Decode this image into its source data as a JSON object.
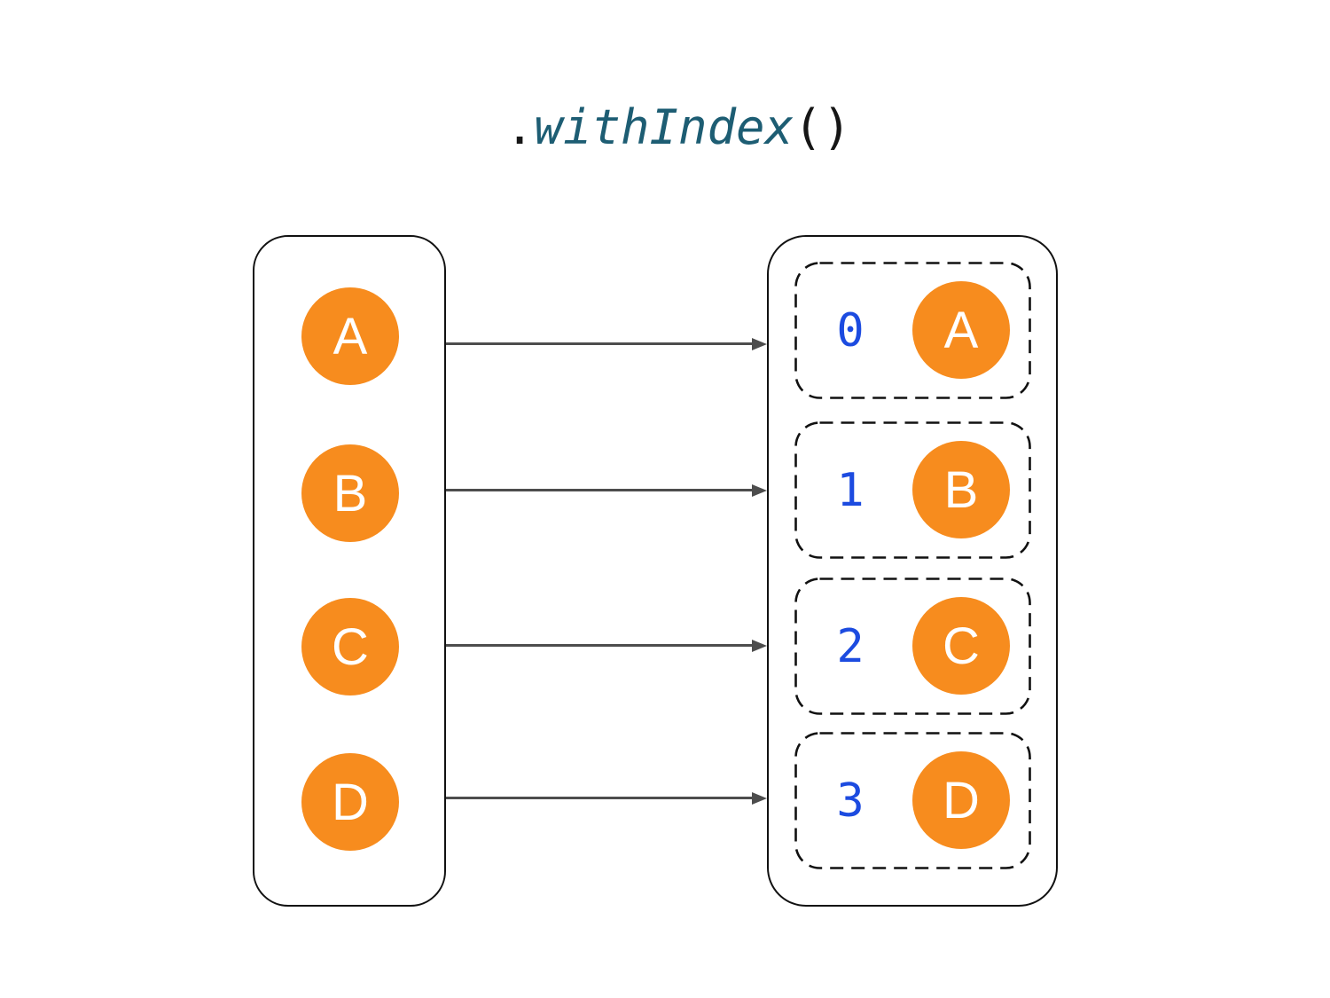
{
  "title": {
    "prefix": ".",
    "method": "withIndex",
    "suffix": "()"
  },
  "colors": {
    "item_orange": "#f78c1e",
    "index_blue": "#1c4be0",
    "method_teal": "#1d5d73",
    "outline_black": "#111111",
    "arrow_gray": "#4d4d4d"
  },
  "source_list": {
    "items": [
      {
        "label": "A"
      },
      {
        "label": "B"
      },
      {
        "label": "C"
      },
      {
        "label": "D"
      }
    ]
  },
  "result_list": {
    "pairs": [
      {
        "index": "0",
        "value": "A"
      },
      {
        "index": "1",
        "value": "B"
      },
      {
        "index": "2",
        "value": "C"
      },
      {
        "index": "3",
        "value": "D"
      }
    ]
  }
}
